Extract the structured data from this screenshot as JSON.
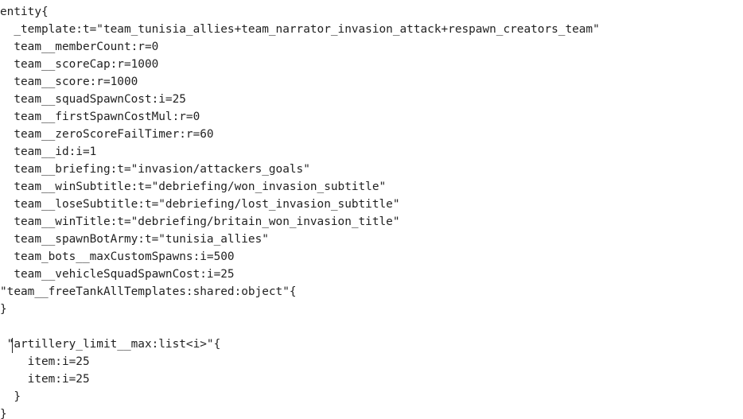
{
  "editor": {
    "lines": [
      "entity{",
      "  _template:t=\"team_tunisia_allies+team_narrator_invasion_attack+respawn_creators_team\"",
      "  team__memberCount:r=0",
      "  team__scoreCap:r=1000",
      "  team__score:r=1000",
      "  team__squadSpawnCost:i=25",
      "  team__firstSpawnCostMul:r=0",
      "  team__zeroScoreFailTimer:r=60",
      "  team__id:i=1",
      "  team__briefing:t=\"invasion/attackers_goals\"",
      "  team__winSubtitle:t=\"debriefing/won_invasion_subtitle\"",
      "  team__loseSubtitle:t=\"debriefing/lost_invasion_subtitle\"",
      "  team__winTitle:t=\"debriefing/britain_won_invasion_title\"",
      "  team__spawnBotArmy:t=\"tunisia_allies\"",
      "  team_bots__maxCustomSpawns:i=500",
      "  team__vehicleSquadSpawnCost:i=25",
      "\"team__freeTankAllTemplates:shared:object\"{",
      "}",
      "",
      " \"artillery_limit__max:list<i>\"{",
      "    item:i=25",
      "    item:i=25",
      "  }",
      "}"
    ]
  }
}
